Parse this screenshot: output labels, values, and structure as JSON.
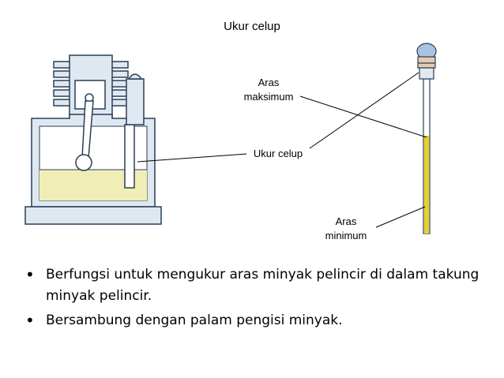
{
  "title": "Ukur celup",
  "labels": {
    "max_line1": "Aras",
    "max_line2": "maksimum",
    "dipstick": "Ukur celup",
    "min_line1": "Aras",
    "min_line2": "minimum"
  },
  "bullets": [
    "Berfungsi untuk mengukur aras minyak pelincir di dalam takung minyak pelincir.",
    "Bersambung dengan palam pengisi minyak."
  ],
  "colors": {
    "engine_fill": "#dfe8f0",
    "engine_stroke": "#2a3e58",
    "oil": "#f0eeb4",
    "dipstick_oil": "#e6d12a",
    "cap": "#a9c3e2"
  }
}
